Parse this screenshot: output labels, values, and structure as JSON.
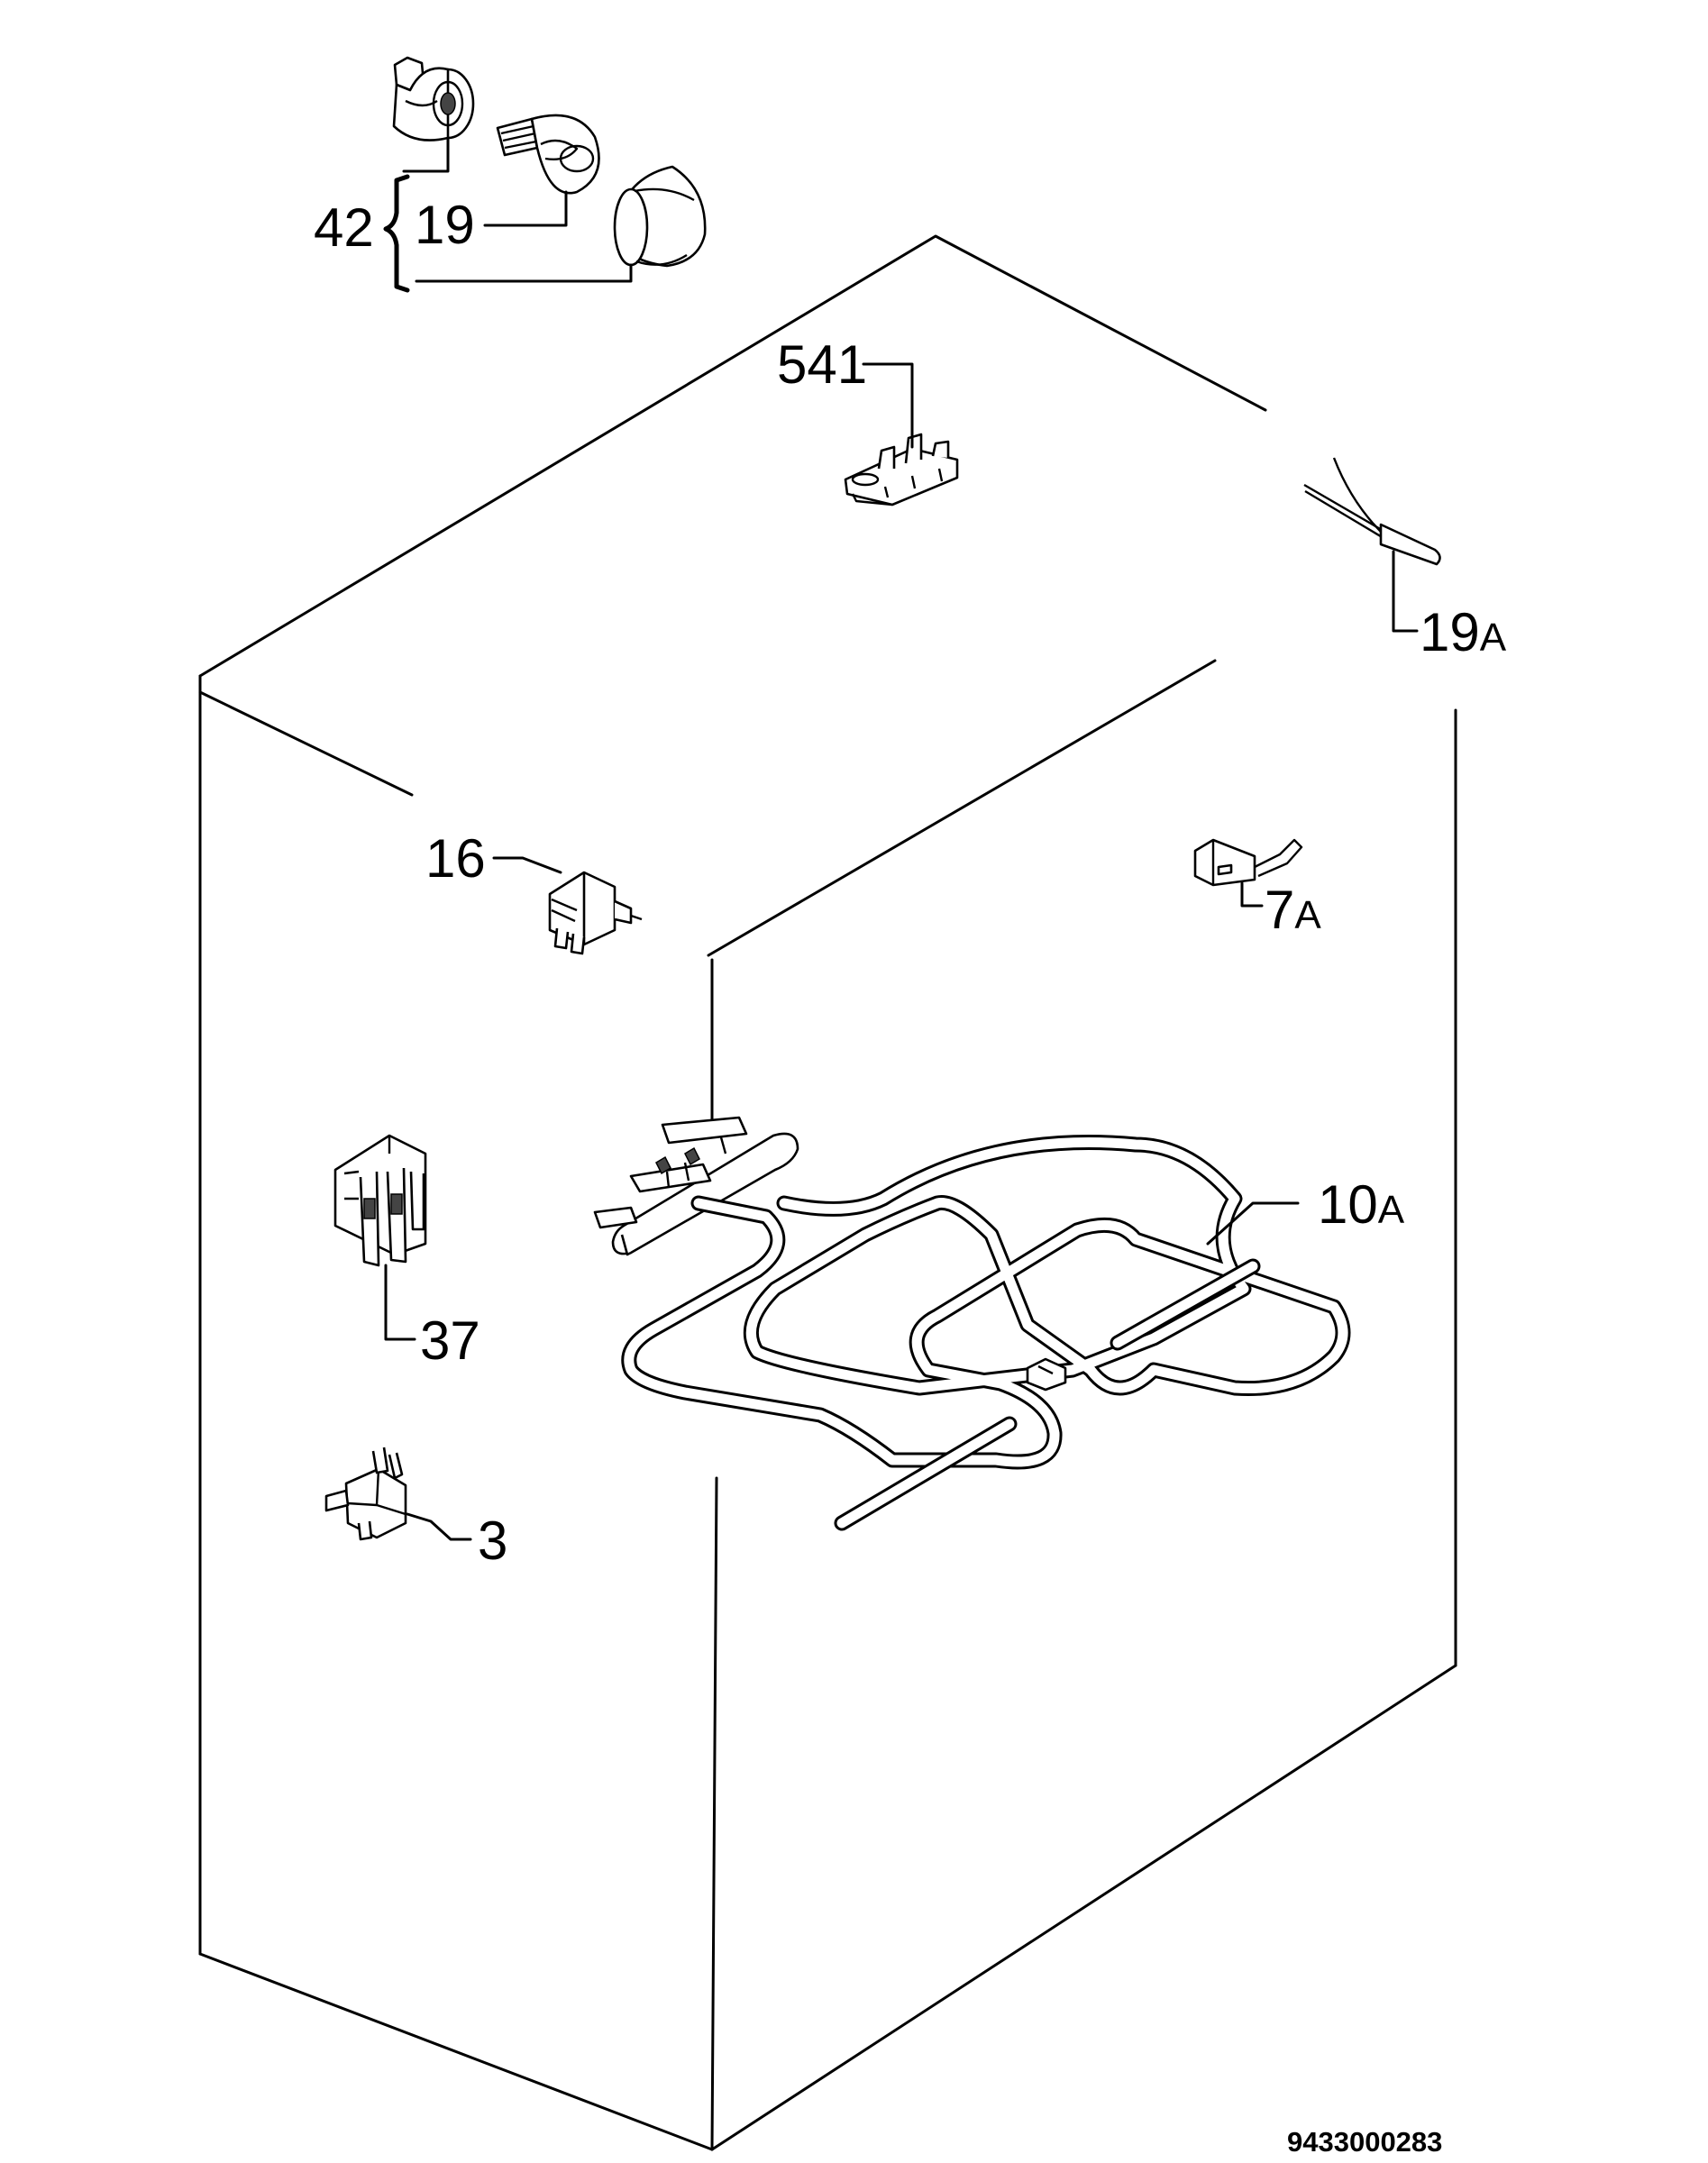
{
  "labels": {
    "lamp_assembly": "42",
    "lamp_bulb": "19",
    "terminal_block": "541",
    "temperature_sensor": {
      "num": "19",
      "suffix": "A"
    },
    "push_switch": "16",
    "door_switch": {
      "num": "7",
      "suffix": "A"
    },
    "grill_element": {
      "num": "10",
      "suffix": "A"
    },
    "terminal_connector": "37",
    "thermal_cutout": "3"
  },
  "document_number": "9433000283",
  "colors": {
    "line": "#000000",
    "background": "#ffffff"
  }
}
